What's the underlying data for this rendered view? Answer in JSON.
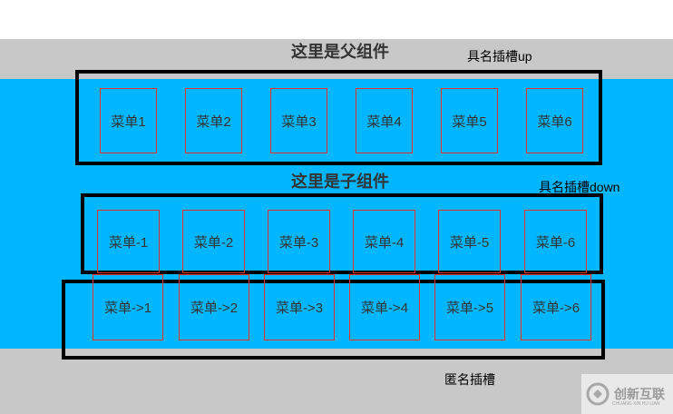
{
  "parent": {
    "title": "这里是父组件"
  },
  "child": {
    "title": "这里是子组件"
  },
  "slots": {
    "up_label": "具名插槽up",
    "down_label": "具名插槽down",
    "anon_label": "匿名插槽"
  },
  "menus_up": [
    "菜单1",
    "菜单2",
    "菜单3",
    "菜单4",
    "菜单5",
    "菜单6"
  ],
  "menus_down": [
    "菜单-1",
    "菜单-2",
    "菜单-3",
    "菜单-4",
    "菜单-5",
    "菜单-6"
  ],
  "menus_anon": [
    "菜单->1",
    "菜单->2",
    "菜单->3",
    "菜单->4",
    "菜单->5",
    "菜单->6"
  ],
  "watermark": {
    "text": "创新互联",
    "sub": "CHUANG XIN HU LIAN"
  },
  "colors": {
    "blue": "#00b7ff",
    "gray": "#c8c8c8",
    "menu_border": "#e0302a"
  }
}
